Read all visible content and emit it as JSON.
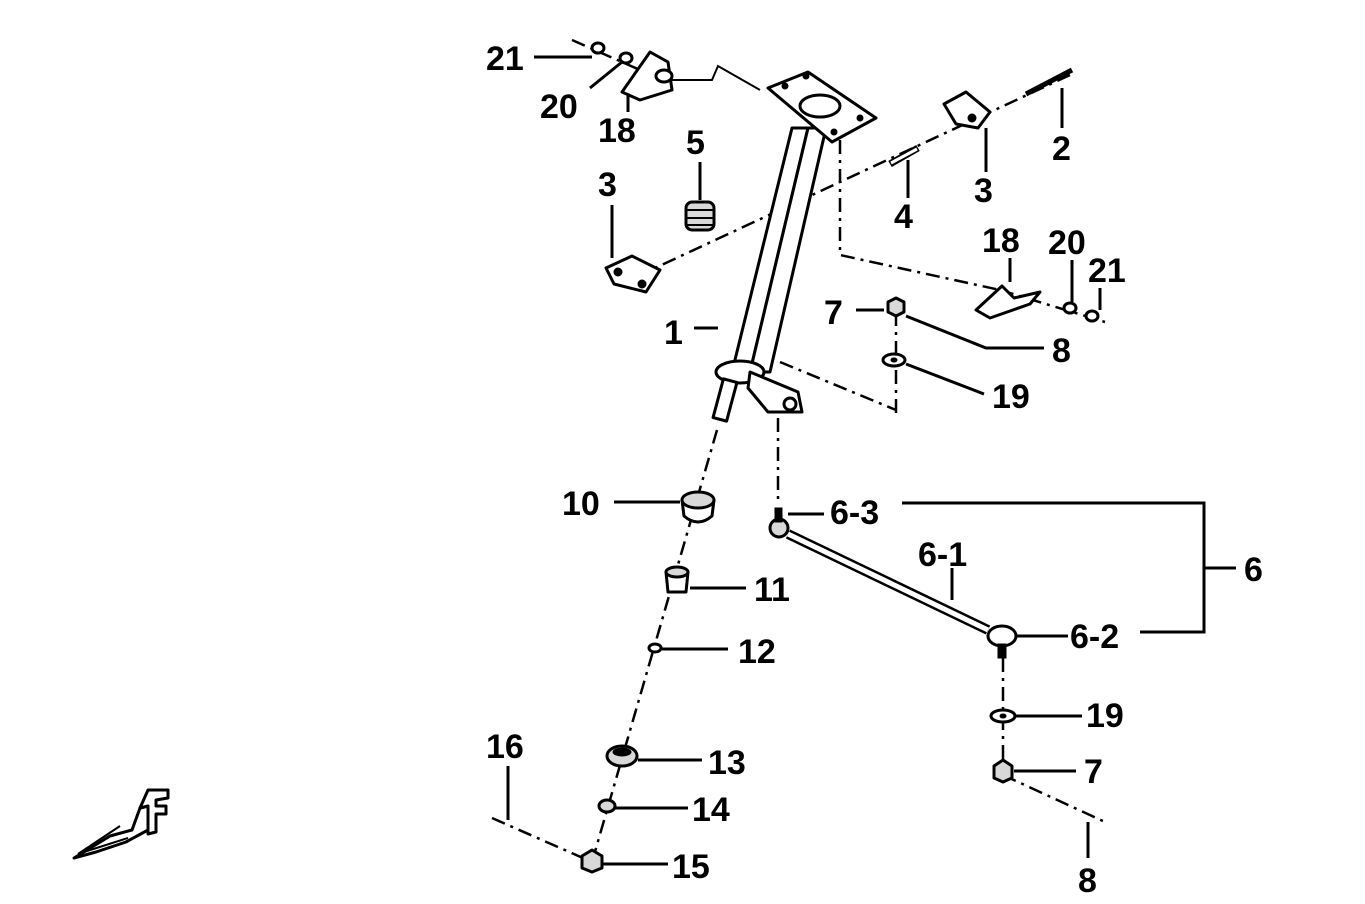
{
  "labels": {
    "l21a": "21",
    "l20a": "20",
    "l18a": "18",
    "l5": "5",
    "l3a": "3",
    "l2": "2",
    "l3b": "3",
    "l4": "4",
    "l18b": "18",
    "l20b": "20",
    "l21b": "21",
    "l7a": "7",
    "l8a": "8",
    "l1": "1",
    "l19a": "19",
    "l10": "10",
    "l63": "6-3",
    "l6": "6",
    "l61": "6-1",
    "l11": "11",
    "l62": "6-2",
    "l12": "12",
    "l19b": "19",
    "l16": "16",
    "l13": "13",
    "l7b": "7",
    "l14": "14",
    "l15": "15",
    "l8b": "8"
  },
  "icons": {
    "orientation": "front-arrow-icon",
    "orientation_letter": "F"
  }
}
